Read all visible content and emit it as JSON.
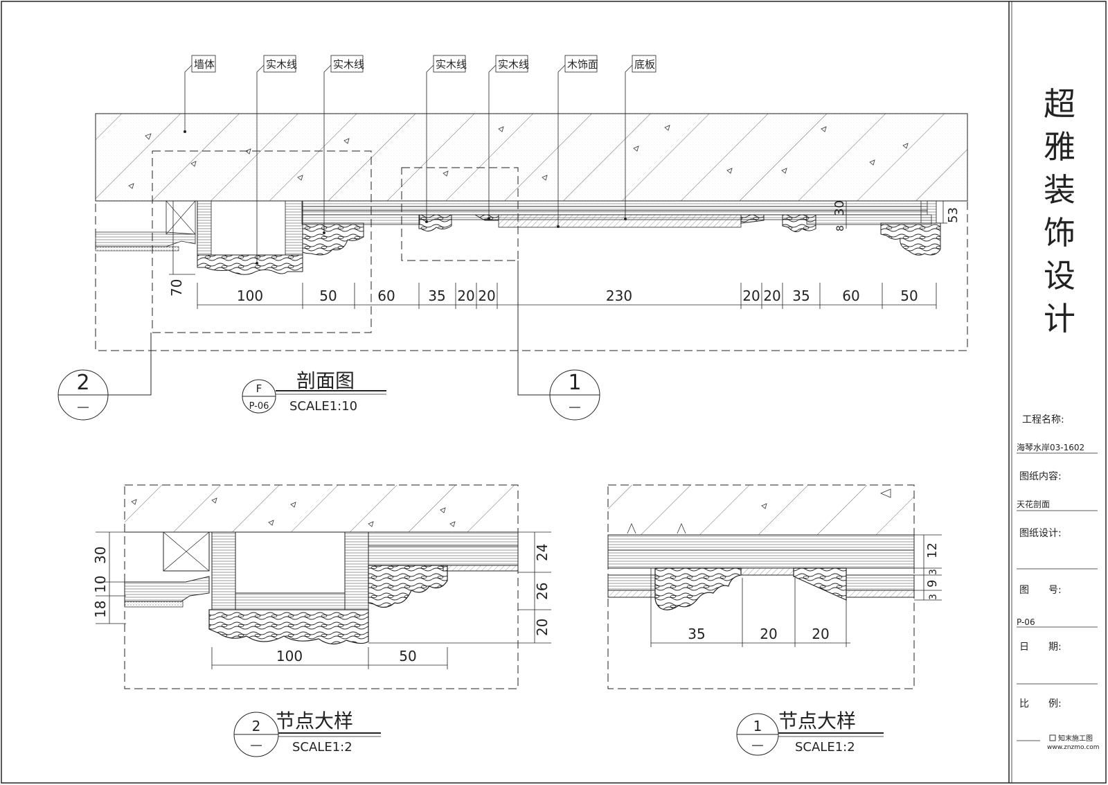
{
  "title_block": {
    "company": [
      "超",
      "雅",
      "装",
      "饰",
      "设",
      "计"
    ],
    "project_label": "工程名称:",
    "project_value": "海琴水岸03-1602",
    "content_label": "图纸内容:",
    "content_value": "天花剖面",
    "designer_label": "图纸设计:",
    "number_label": "图　　号:",
    "number_value": "P-06",
    "date_label": "日　　期:",
    "scale_label": "比　　例:",
    "watermark_brand": "知末施工图",
    "watermark_url": "www.znzmo.com"
  },
  "section": {
    "callouts": [
      "墙体",
      "实木线",
      "实木线",
      "实木线",
      "实木线",
      "木饰面",
      "底板"
    ],
    "dims_top": [
      "100",
      "50",
      "60",
      "35",
      "20",
      "20",
      "230",
      "20",
      "20",
      "35",
      "60",
      "50"
    ],
    "dim_70": "70",
    "dim_53": "53",
    "dim_30": "30",
    "dim_8": "8",
    "title": "剖面图",
    "scale": "SCALE1:10",
    "sym_top": "F",
    "sym_bottom": "P-06",
    "detail2_num": "2",
    "detail1_num": "1"
  },
  "detail2": {
    "title": "节点大样",
    "scale": "SCALE1:2",
    "num": "2",
    "left_dims": [
      "30",
      "10",
      "18"
    ],
    "right_dims": [
      "24",
      "26",
      "20"
    ],
    "bottom_dims": [
      "100",
      "50"
    ]
  },
  "detail1": {
    "title": "节点大样",
    "scale": "SCALE1:2",
    "num": "1",
    "right_dims": [
      "12",
      "3",
      "9",
      "3"
    ],
    "bottom_dims": [
      "35",
      "20",
      "20"
    ]
  }
}
